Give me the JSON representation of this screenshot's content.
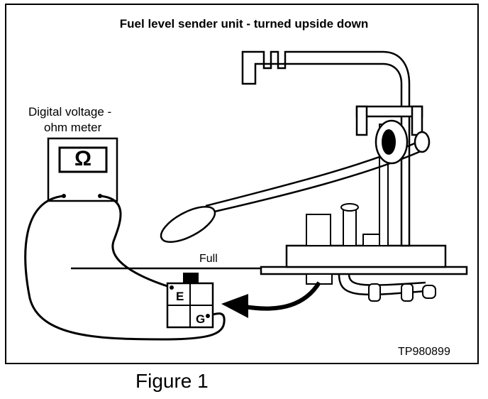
{
  "title": "Fuel level sender unit - turned upside down",
  "meter_label_line1": "Digital voltage -",
  "meter_label_line2": "ohm meter",
  "meter_display_symbol": "Ω",
  "level_label": "Full",
  "terminal_e": "E",
  "terminal_g": "G",
  "reference_code": "TP980899",
  "figure_caption": "Figure 1",
  "colors": {
    "line": "#000000",
    "background": "#ffffff"
  }
}
